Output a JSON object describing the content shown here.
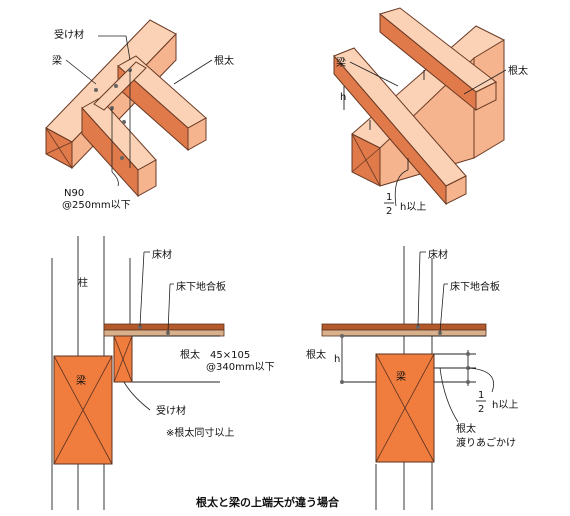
{
  "top_left": {
    "ukezai_label": "受け材",
    "beam_label": "梁",
    "joist_label": "根太",
    "nail_label": "N90",
    "spacing_label": "@250mm以下"
  },
  "top_right": {
    "beam_label": "梁",
    "joist_label": "根太",
    "h_label": "h",
    "frac_num": "1",
    "frac_den": "2",
    "h_limit": "h以上"
  },
  "bottom_left": {
    "column_label": "柱",
    "floor_label": "床材",
    "subfloor_label": "床下地合板",
    "joist_label": "根太",
    "joist_size": "45×105",
    "joist_spacing": "@340mm以下",
    "beam_label": "梁",
    "ukezai_label": "受け材",
    "ukezai_note": "※根太同寸以上"
  },
  "bottom_right": {
    "floor_label": "床材",
    "subfloor_label": "床下地合板",
    "joist_label": "根太",
    "h_label": "h",
    "beam_label": "梁",
    "frac_num": "1",
    "frac_den": "2",
    "h_limit": "h以上",
    "joist_label2": "根太",
    "notch_label": "渡りあごかけ"
  },
  "caption": "根太と梁の上端天が違う場合"
}
